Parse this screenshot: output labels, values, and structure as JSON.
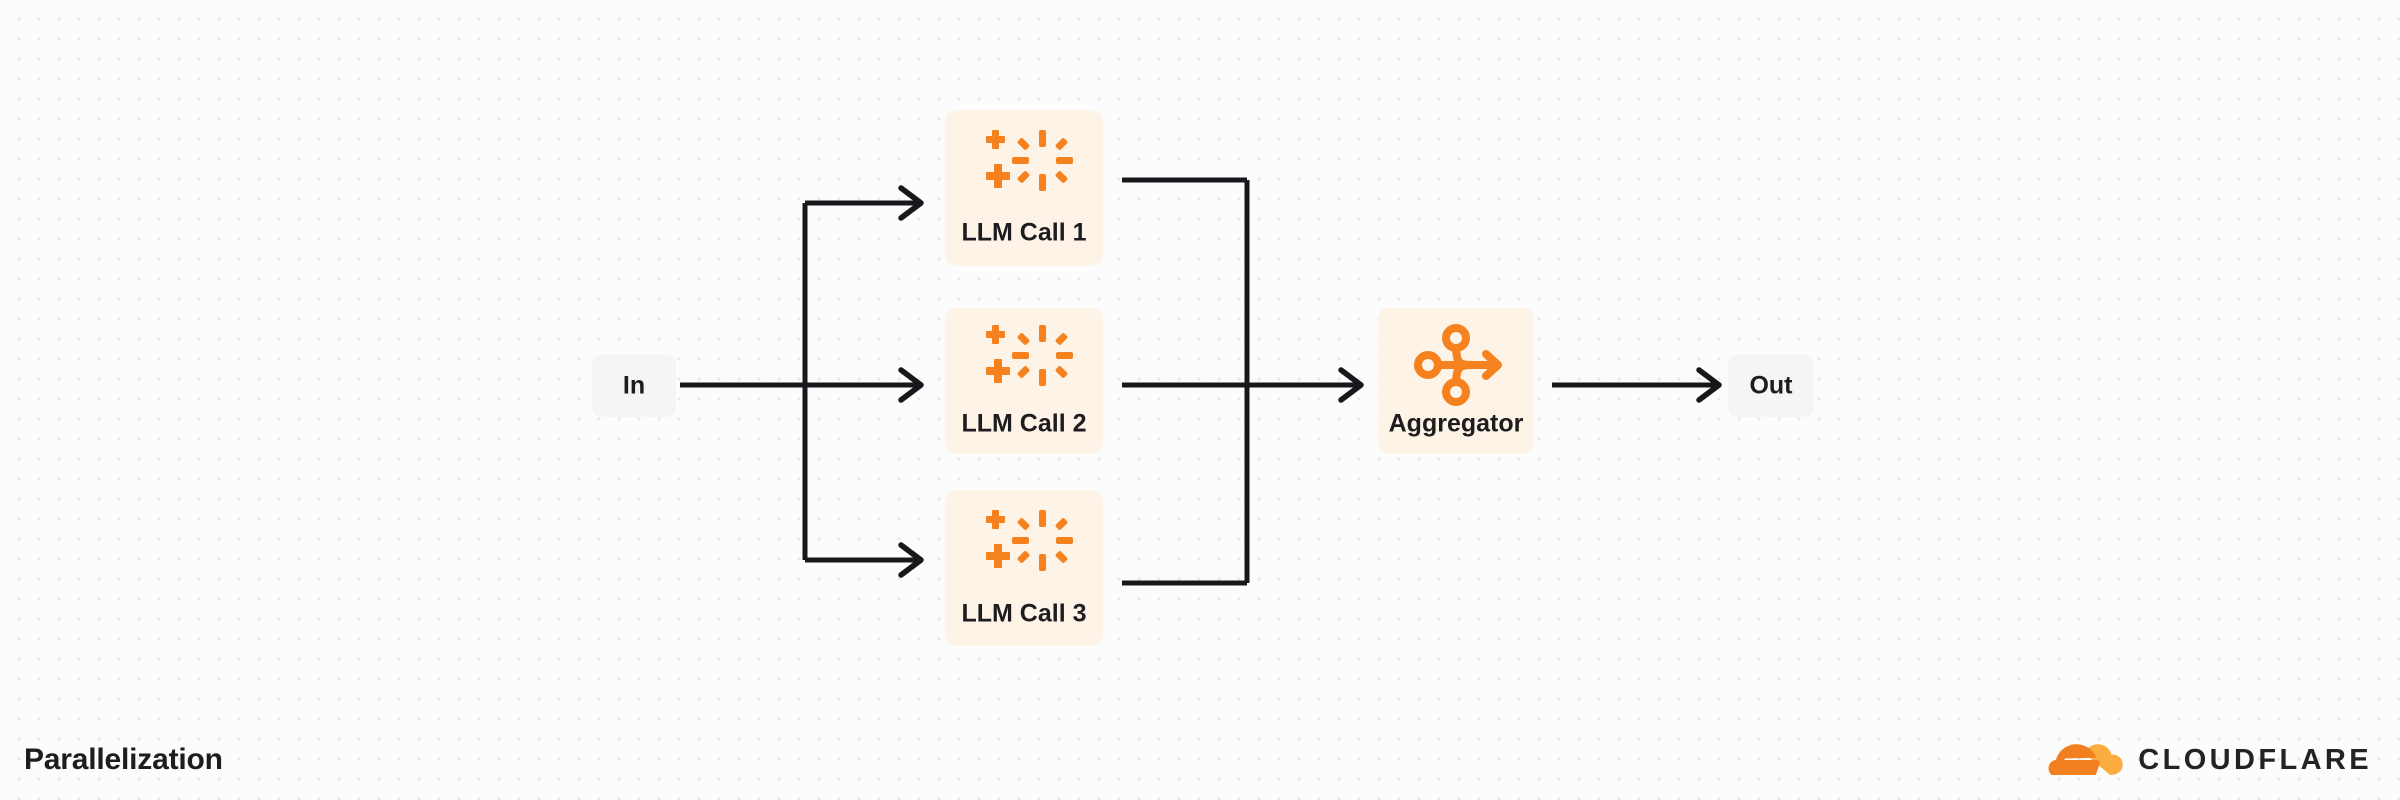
{
  "caption": "Parallelization",
  "brand": {
    "wordmark": "CLOUDFLARE",
    "logo_icon": "cloudflare-cloud-logo",
    "cloud_dark_color": "#F38020",
    "cloud_light_color": "#FBAD41"
  },
  "theme": {
    "background": "#FCFCFC",
    "grid_dot": "#E9E9E9",
    "line": "#16181B",
    "card_fill": "#FDF3E7",
    "io_fill": "#F4F5F5",
    "accent_orange": "#F6821F",
    "text": "#1D1D1F"
  },
  "nodes": {
    "input": {
      "label": "In",
      "type": "io"
    },
    "output": {
      "label": "Out",
      "type": "io"
    },
    "llm_calls": [
      {
        "label": "LLM Call 1",
        "icon": "ai-sparkle-icon"
      },
      {
        "label": "LLM Call 2",
        "icon": "ai-sparkle-icon"
      },
      {
        "label": "LLM Call 3",
        "icon": "ai-sparkle-icon"
      }
    ],
    "aggregator": {
      "label": "Aggregator",
      "icon": "merge-aggregate-icon"
    }
  },
  "edges": [
    {
      "from": "In",
      "to": "branch"
    },
    {
      "from": "branch",
      "to": "LLM Call 1"
    },
    {
      "from": "branch",
      "to": "LLM Call 2"
    },
    {
      "from": "branch",
      "to": "LLM Call 3"
    },
    {
      "from": "LLM Call 1",
      "to": "merge"
    },
    {
      "from": "LLM Call 2",
      "to": "merge"
    },
    {
      "from": "LLM Call 3",
      "to": "merge"
    },
    {
      "from": "merge",
      "to": "Aggregator"
    },
    {
      "from": "Aggregator",
      "to": "Out"
    }
  ]
}
